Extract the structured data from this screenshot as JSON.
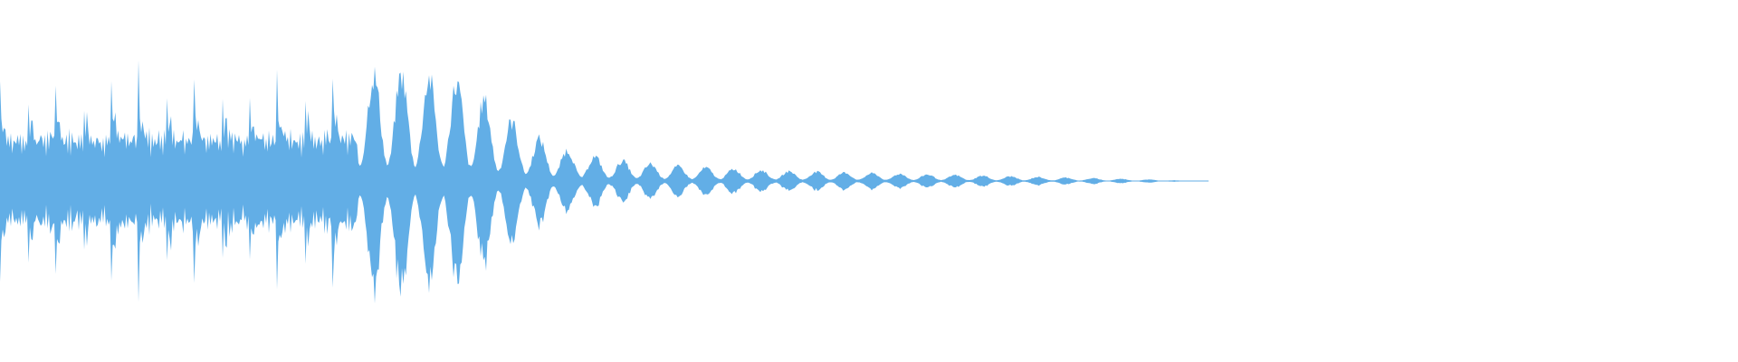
{
  "waveform": {
    "color": "#62aee6",
    "background": "#ffffff",
    "envelope": [
      0.92,
      0.95,
      0.97,
      0.96,
      0.98,
      0.97,
      0.99,
      0.96,
      0.98,
      0.97,
      0.99,
      0.98,
      0.97,
      0.99,
      0.98,
      0.96,
      0.97,
      0.95,
      0.92,
      0.88,
      0.72,
      0.55,
      0.4,
      0.3,
      0.24,
      0.2,
      0.17,
      0.15,
      0.13,
      0.12,
      0.11,
      0.1,
      0.09,
      0.085,
      0.08,
      0.075,
      0.07,
      0.065,
      0.06,
      0.055,
      0.05,
      0.045,
      0.04,
      0.035,
      0.03,
      0.025,
      0.02,
      0.015,
      0.01,
      0.0
    ],
    "cycles": 43,
    "active_fraction": 0.685
  }
}
